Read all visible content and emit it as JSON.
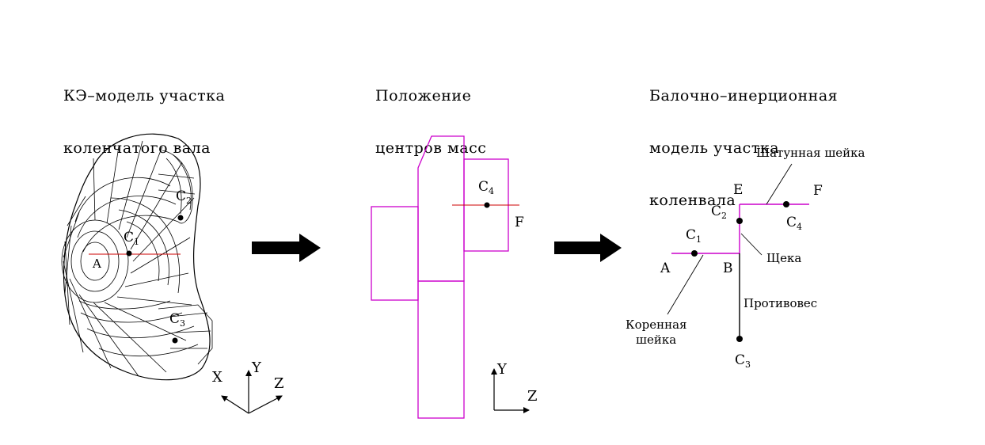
{
  "panels": {
    "fe_model": {
      "title_lines": [
        "КЭ–модель участка",
        "коленчатого вала"
      ],
      "points": {
        "c1": "C",
        "c1_sub": "1",
        "c2": "C",
        "c2_sub": "2",
        "c3": "C",
        "c3_sub": "3",
        "a": "A"
      },
      "axes": {
        "x": "X",
        "y": "Y",
        "z": "Z"
      }
    },
    "mass_centers": {
      "title_lines": [
        "Положение",
        "центров масс"
      ],
      "points": {
        "c4": "C",
        "c4_sub": "4",
        "f": "F"
      },
      "axes": {
        "y": "Y",
        "z": "Z"
      }
    },
    "beam_model": {
      "title_lines": [
        "Балочно–инерционная",
        "модель участка",
        "коленвала"
      ],
      "points": {
        "a": "A",
        "b": "B",
        "e": "E",
        "f": "F",
        "c1": "C",
        "c1_sub": "1",
        "c2": "C",
        "c2_sub": "2",
        "c3": "C",
        "c3_sub": "3",
        "c4": "C",
        "c4_sub": "4"
      },
      "annotations": {
        "crankpin": "Шатунная шейка",
        "web": "Щека",
        "counterweight": "Противовес",
        "main_journal_1": "Коренная",
        "main_journal_2": "шейка"
      }
    }
  },
  "colors": {
    "outline": "#cc00cc",
    "axis_line": "#cc0000",
    "ink": "#000000"
  }
}
